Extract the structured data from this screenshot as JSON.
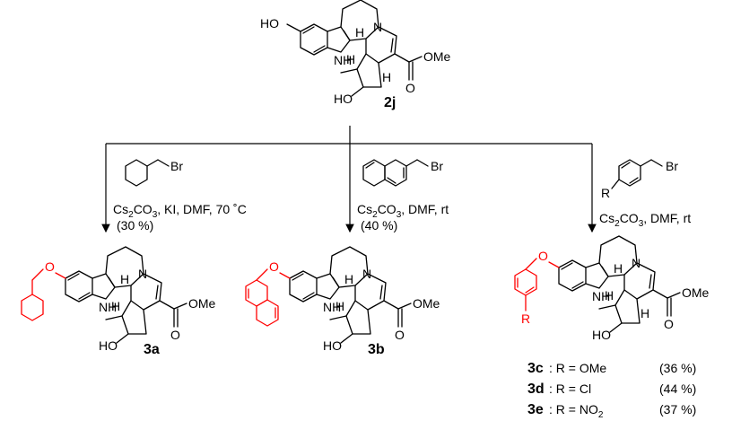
{
  "starting_material": {
    "label": "2j",
    "atoms": {
      "ho_top": "HO",
      "nh": "NH",
      "h1": "H",
      "h2": "H",
      "h3": "H",
      "n": "N",
      "ho_bottom": "HO",
      "ome": "OMe",
      "o_ester": "O"
    }
  },
  "reagents": {
    "a": {
      "reagent": "Br",
      "line1": "Cs2CO3, KI, DMF, 70 ˚C",
      "line2": "(30 %)"
    },
    "b": {
      "reagent": "Br",
      "line1": "Cs2CO3, DMF, rt",
      "line2": "(40 %)"
    },
    "c": {
      "reagent": "Br",
      "r": "R",
      "line1": "Cs2CO3, DMF, rt"
    }
  },
  "products": {
    "a": {
      "label": "3a",
      "o": "O"
    },
    "b": {
      "label": "3b",
      "o": "O"
    },
    "c": {
      "o": "O",
      "r": "R"
    }
  },
  "product_table": [
    {
      "label": "3c",
      "text": ": R = OMe",
      "yield": "(36 %)"
    },
    {
      "label": "3d",
      "text": ": R = Cl",
      "yield": "(44 %)"
    },
    {
      "label": "3e",
      "text": ": R = NO2",
      "yield": "(37 %)"
    }
  ]
}
